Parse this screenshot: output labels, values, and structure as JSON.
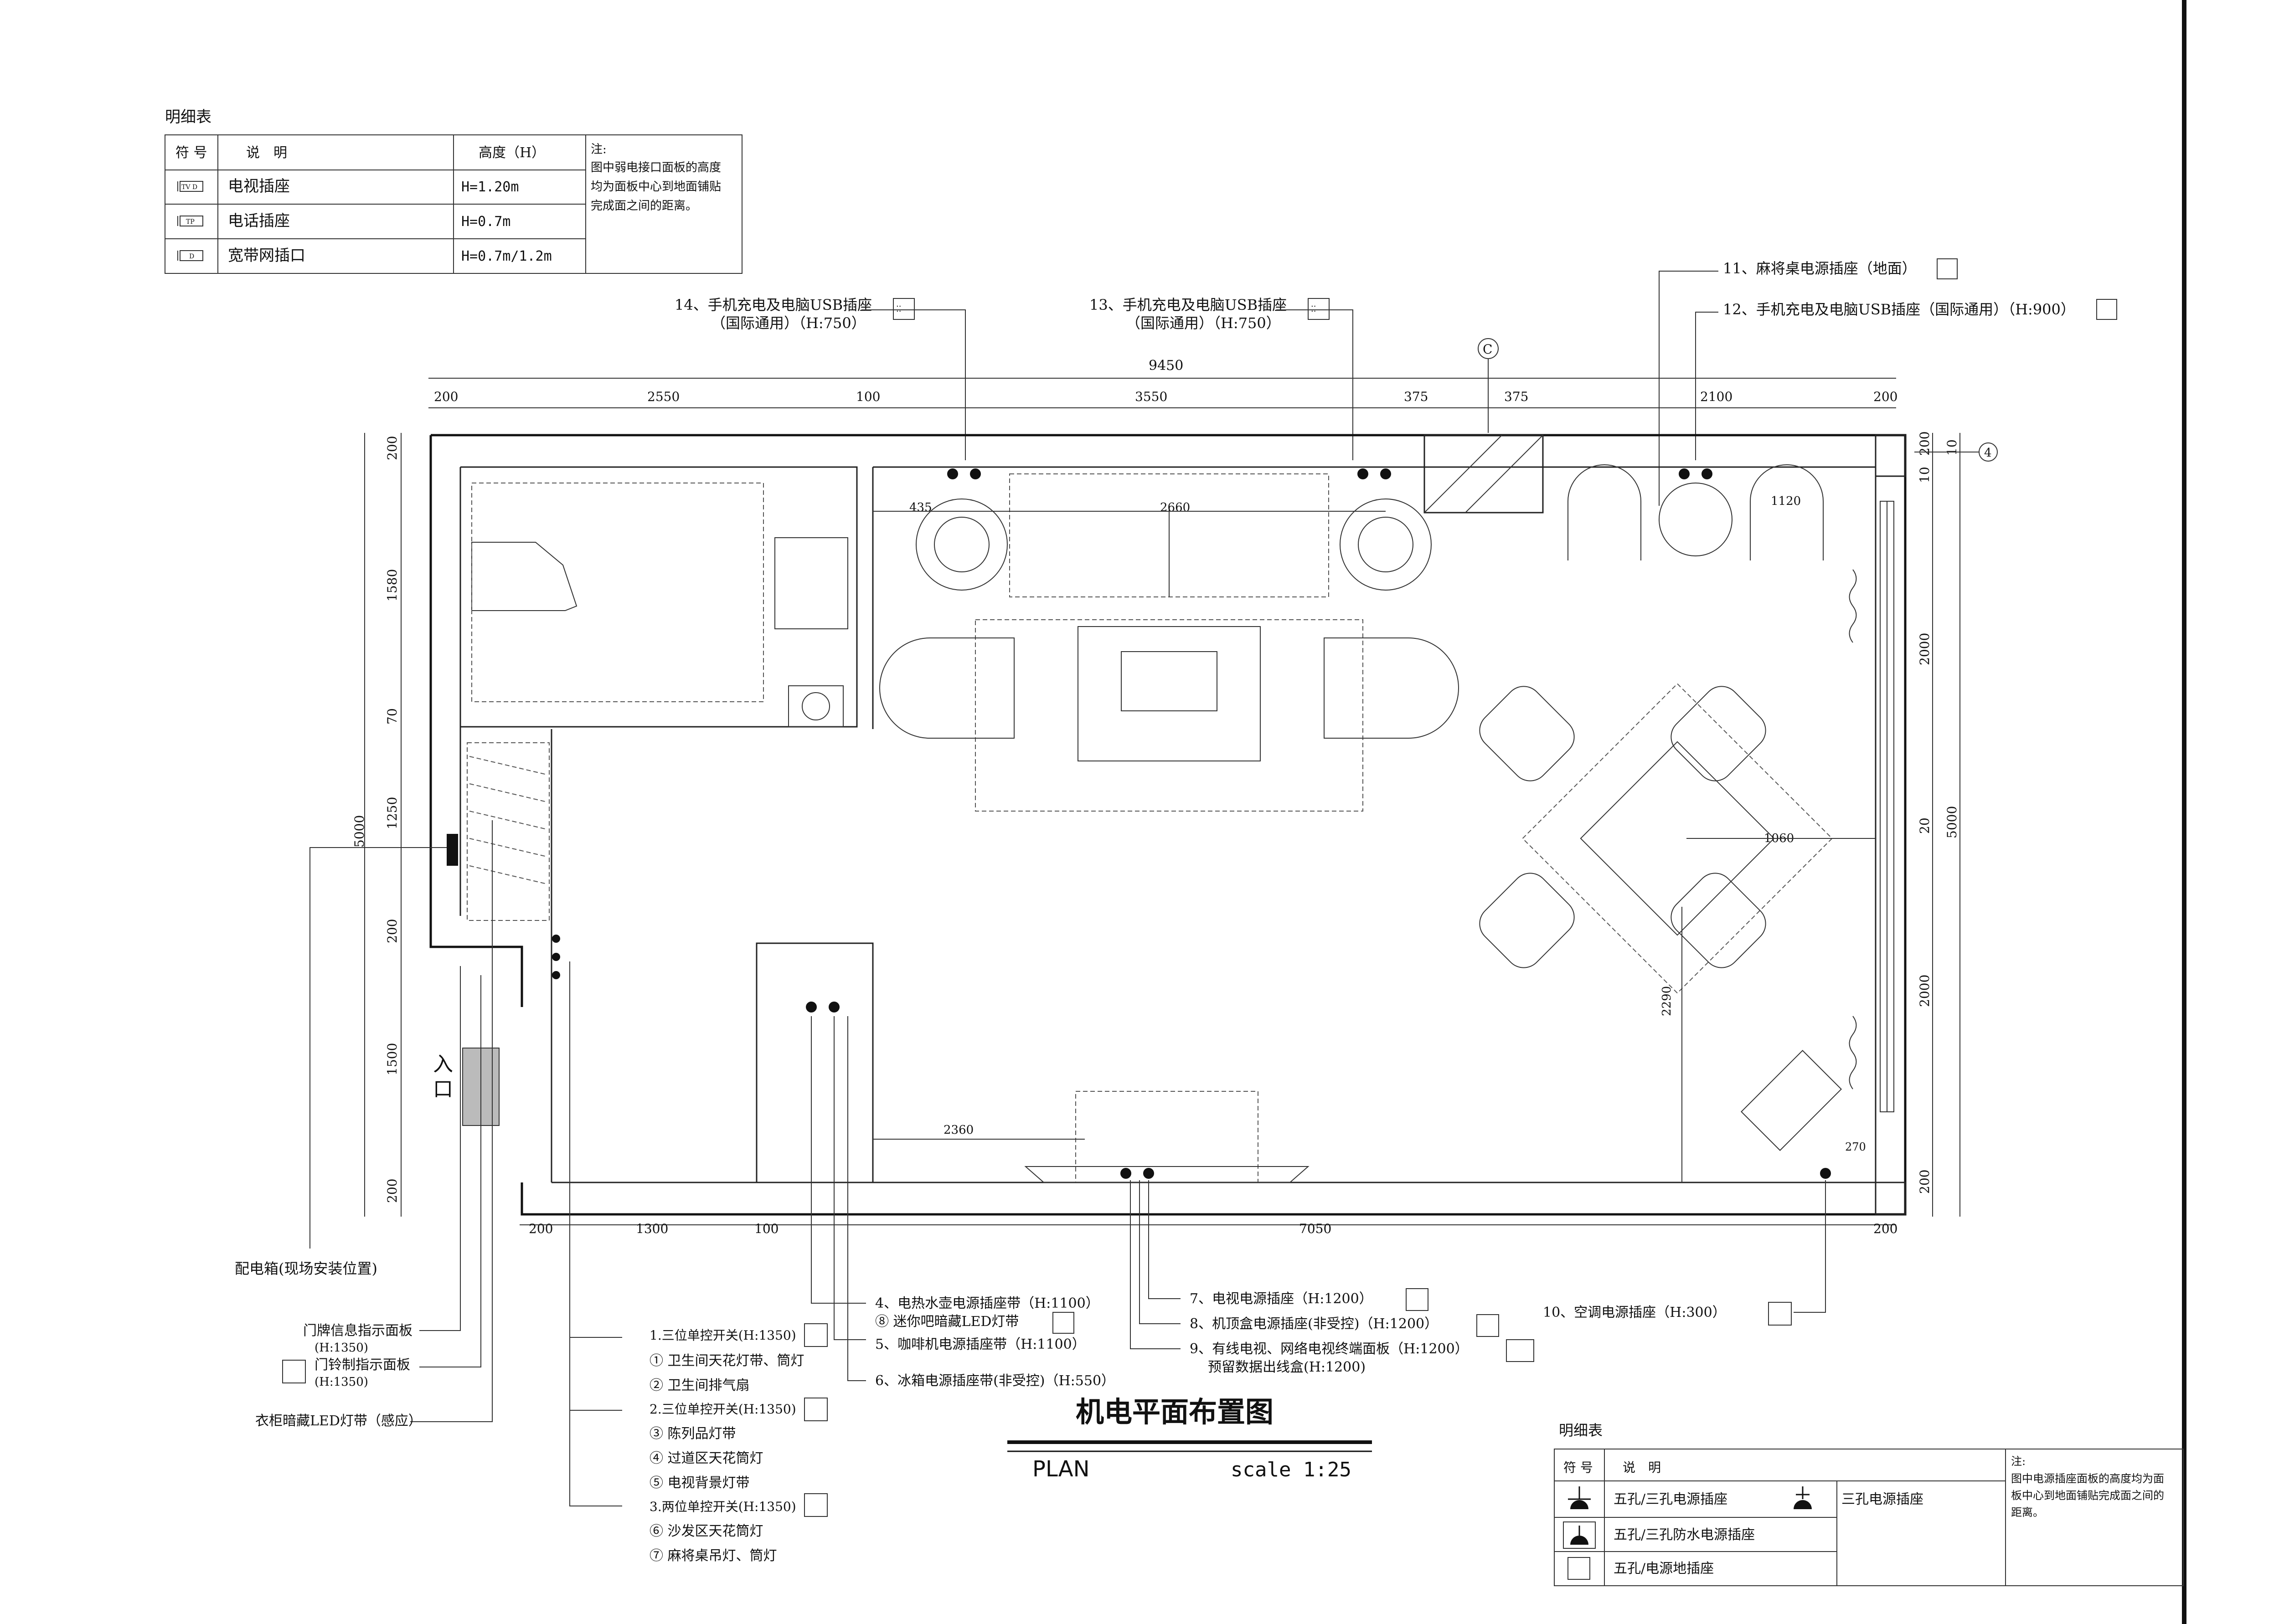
{
  "drawing": {
    "title": "机电平面布置图",
    "plan_label": "PLAN",
    "scale_label": "scale 1:25"
  },
  "legend_top": {
    "caption": "明细表",
    "headers": {
      "symbol": "符 号",
      "desc": "说　明",
      "height": "高度（H）"
    },
    "rows": [
      {
        "symbol": "TV D",
        "desc": "电视插座",
        "height": "H=1.20m"
      },
      {
        "symbol": "TP",
        "desc": "电话插座",
        "height": "H=0.7m"
      },
      {
        "symbol": "D",
        "desc": "宽带网插口",
        "height": "H=0.7m/1.2m"
      }
    ],
    "note": [
      "注:",
      "图中弱电接口面板的高度",
      "均为面板中心到地面铺贴",
      "完成面之间的距离。"
    ]
  },
  "legend_bottom": {
    "caption": "明细表",
    "headers": {
      "symbol": "符 号",
      "desc": "说　明"
    },
    "rows": [
      {
        "desc": "五孔/三孔电源插座",
        "desc2": "三孔电源插座"
      },
      {
        "desc": "五孔/三孔防水电源插座",
        "desc2": ""
      },
      {
        "desc": "五孔/电源地插座",
        "desc2": ""
      }
    ],
    "note": [
      "注:",
      "图中电源插座面板的高度均为面",
      "板中心到地面铺贴完成面之间的",
      "距离。"
    ]
  },
  "callouts": {
    "c14a": "14、手机充电及电脑USB插座",
    "c14b": "（国际通用）（H:750）",
    "c13a": "13、手机充电及电脑USB插座",
    "c13b": "（国际通用）（H:750）",
    "c11": "11、麻将桌电源插座（地面）",
    "c12": "12、手机充电及电脑USB插座（国际通用）（H:900）",
    "c4": "4、电热水壶电源插座带（H:1100）",
    "c8": "⑧ 迷你吧暗藏LED灯带",
    "c5": "5、咖啡机电源插座带（H:1100）",
    "c6": "6、冰箱电源插座带(非受控)（H:550）",
    "c7": "7、电视电源插座（H:1200）",
    "c8b": "8、机顶盒电源插座(非受控)（H:1200）",
    "c9": "9、有线电视、网络电视终端面板（H:1200）",
    "c9b": "预留数据出线盒(H:1200)",
    "c10": "10、空调电源插座（H:300）",
    "panel": "配电箱(现场安装位置)",
    "door1": "门牌信息指示面板",
    "door1h": "(H:1350)",
    "door2": "门铃制指示面板",
    "door2h": "(H:1350)",
    "wardrobe": "衣柜暗藏LED灯带（感应）",
    "entry": "入口",
    "grid_c": "C",
    "grid_4": "4"
  },
  "switches": [
    "1.三位单控开关(H:1350)",
    "① 卫生间天花灯带、筒灯",
    "② 卫生间排气扇",
    "2.三位单控开关(H:1350)",
    "③ 陈列品灯带",
    "④ 过道区天花筒灯",
    "⑤ 电视背景灯带",
    "3.两位单控开关(H:1350)",
    "⑥ 沙发区天花筒灯",
    "⑦ 麻将桌吊灯、筒灯"
  ],
  "dimensions": {
    "total_top": "9450",
    "top": [
      "200",
      "2550",
      "100",
      "3550",
      "375",
      "375",
      "2100",
      "200"
    ],
    "bottom": [
      "200",
      "1300",
      "100",
      "7050",
      "200"
    ],
    "left": [
      "5000",
      "200",
      "1580",
      "70",
      "1250",
      "200",
      "1500",
      "200"
    ],
    "right": [
      "200",
      "10",
      "2000",
      "20",
      "2000",
      "200",
      "5000",
      "10"
    ],
    "inner": [
      "435",
      "2660",
      "1120",
      "1060",
      "2290",
      "2360",
      "270"
    ]
  }
}
